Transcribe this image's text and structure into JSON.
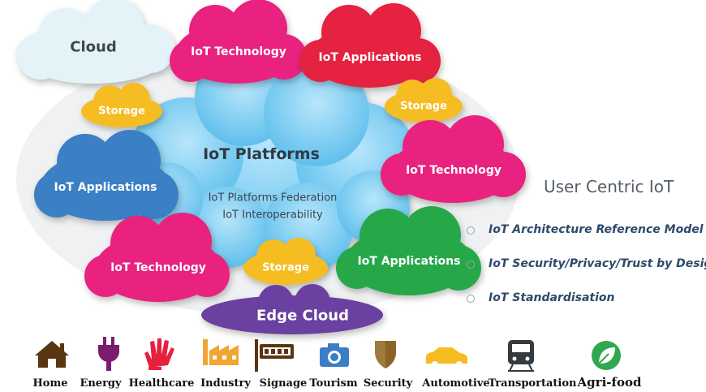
{
  "diagram": {
    "center_title": "IoT Platforms",
    "center_lines": [
      "IoT Platforms Federation",
      "IoT Interoperability"
    ],
    "clouds": {
      "cloud": "Cloud",
      "tech_top": "IoT Technology",
      "apps_top": "IoT Applications",
      "storage_left": "Storage",
      "storage_right": "Storage",
      "apps_left": "IoT Applications",
      "tech_right": "IoT Technology",
      "tech_bottom": "IoT Technology",
      "storage_bottom": "Storage",
      "apps_bottom": "IoT Applications",
      "edge": "Edge Cloud"
    },
    "colors": {
      "magenta": "#e8217e",
      "red": "#e5213f",
      "blue": "#3a7fc5",
      "green": "#27a84a",
      "yellow": "#f5bd22",
      "purple": "#6b3fa0",
      "sky": "#8fd3f3",
      "pale": "#e4f3f8"
    }
  },
  "user_centric": {
    "title": "User Centric IoT",
    "bullets": [
      "IoT Architecture Reference Model",
      "IoT Security/Privacy/Trust by Design",
      "IoT Standardisation"
    ]
  },
  "domains": [
    {
      "label": "Home",
      "icon": "house-icon"
    },
    {
      "label": "Energy",
      "icon": "plug-icon"
    },
    {
      "label": "Healthcare",
      "icon": "hand-icon"
    },
    {
      "label": "Industry",
      "icon": "factory-icon"
    },
    {
      "label": "Signage",
      "icon": "sign-icon"
    },
    {
      "label": "Tourism",
      "icon": "camera-icon"
    },
    {
      "label": "Security",
      "icon": "shield-icon"
    },
    {
      "label": "Automotive",
      "icon": "car-icon"
    },
    {
      "label": "Transportation",
      "icon": "train-icon"
    },
    {
      "label": "Agri-food",
      "icon": "leaf-icon"
    }
  ]
}
